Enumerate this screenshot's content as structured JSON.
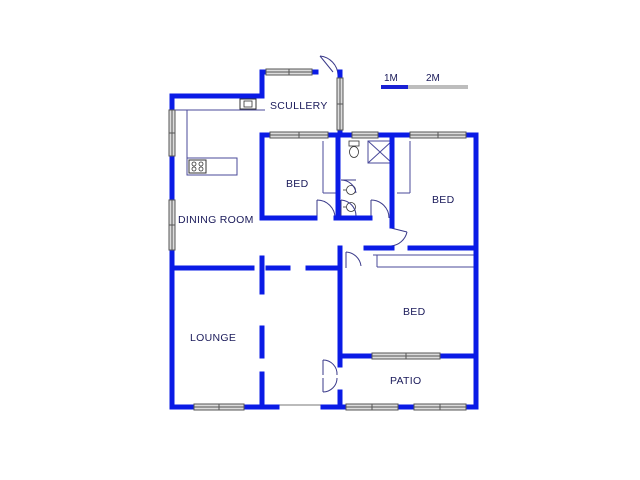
{
  "colors": {
    "wall": "#0a1be6",
    "thin": "#4a4a9a",
    "window_fill": "#dcdcdc",
    "window_line": "#555555",
    "scale_dark": "#1a21d4",
    "scale_light": "#bdbdbd",
    "text": "#1a1a5a"
  },
  "scale": {
    "label_1": "1M",
    "label_2": "2M"
  },
  "rooms": {
    "scullery": "SCULLERY",
    "bed_1": "BED",
    "bed_2": "BED",
    "bed_3": "BED",
    "dining_room": "DINING ROOM",
    "lounge": "LOUNGE",
    "patio": "PATIO"
  }
}
